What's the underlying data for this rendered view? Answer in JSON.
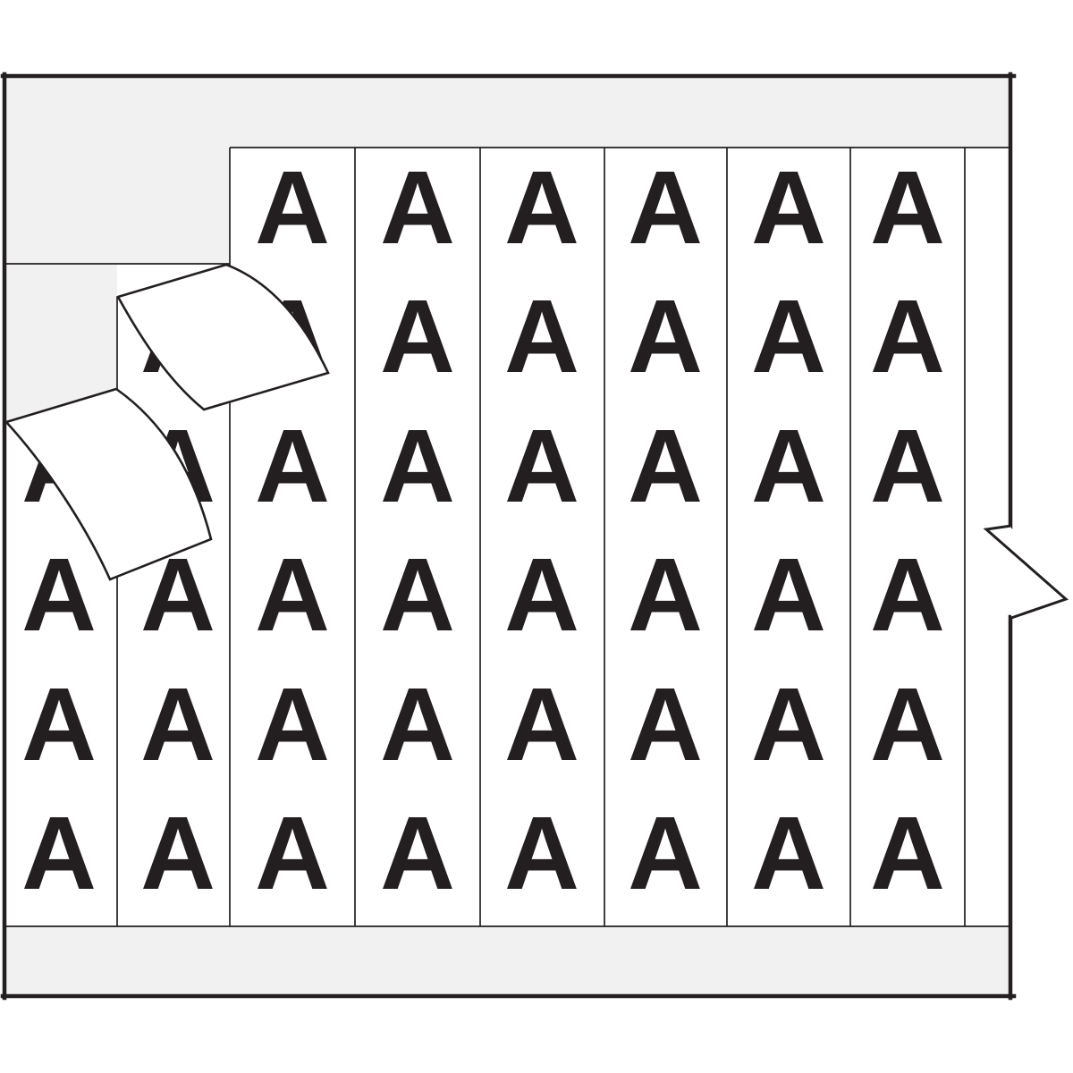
{
  "card": {
    "marker_letter": "A",
    "grid": {
      "rows": 6,
      "full_columns": 6,
      "left_partial_columns": 2,
      "right_blank_partial_column": 1,
      "visible_letters": 45,
      "peeling_labels": 2
    },
    "colors": {
      "liner_gray": "#f1f1f1",
      "label_white": "#ffffff",
      "ink_black": "#231f20"
    }
  }
}
